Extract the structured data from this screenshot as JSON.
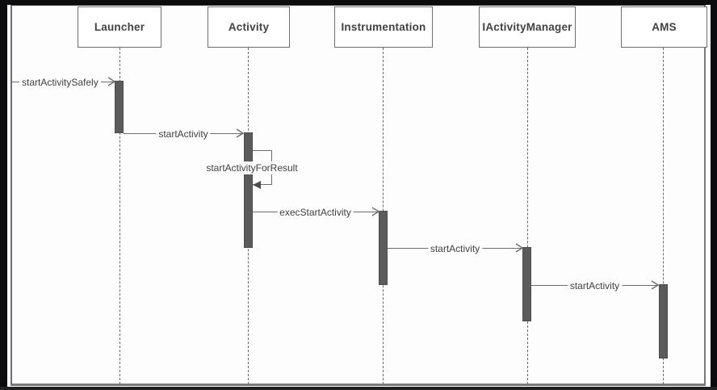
{
  "diagram": {
    "kind": "uml-sequence-diagram",
    "participants": [
      {
        "name": "Launcher"
      },
      {
        "name": "Activity"
      },
      {
        "name": "Instrumentation"
      },
      {
        "name": "IActivityManager"
      },
      {
        "name": "AMS"
      }
    ],
    "messages": [
      {
        "label": "startActivitySafely",
        "from": "external",
        "to": "Launcher",
        "type": "call"
      },
      {
        "label": "startActivity",
        "from": "Launcher",
        "to": "Activity",
        "type": "call"
      },
      {
        "label": "startActivityForResult",
        "from": "Activity",
        "to": "Activity",
        "type": "self-call"
      },
      {
        "label": "execStartActivity",
        "from": "Activity",
        "to": "Instrumentation",
        "type": "call"
      },
      {
        "label": "startActivity",
        "from": "Instrumentation",
        "to": "IActivityManager",
        "type": "call"
      },
      {
        "label": "startActivity",
        "from": "IActivityManager",
        "to": "AMS",
        "type": "call"
      }
    ],
    "colors": {
      "canvas": "#fdfdfd",
      "frame_border": "#7a7a7a",
      "message_line": "#6e6e6e",
      "activation_fill": "#5b5b5b",
      "box_border": "#6f6f6f",
      "text": "#3f3f3f",
      "outer_background": "#0c0c0f"
    }
  }
}
